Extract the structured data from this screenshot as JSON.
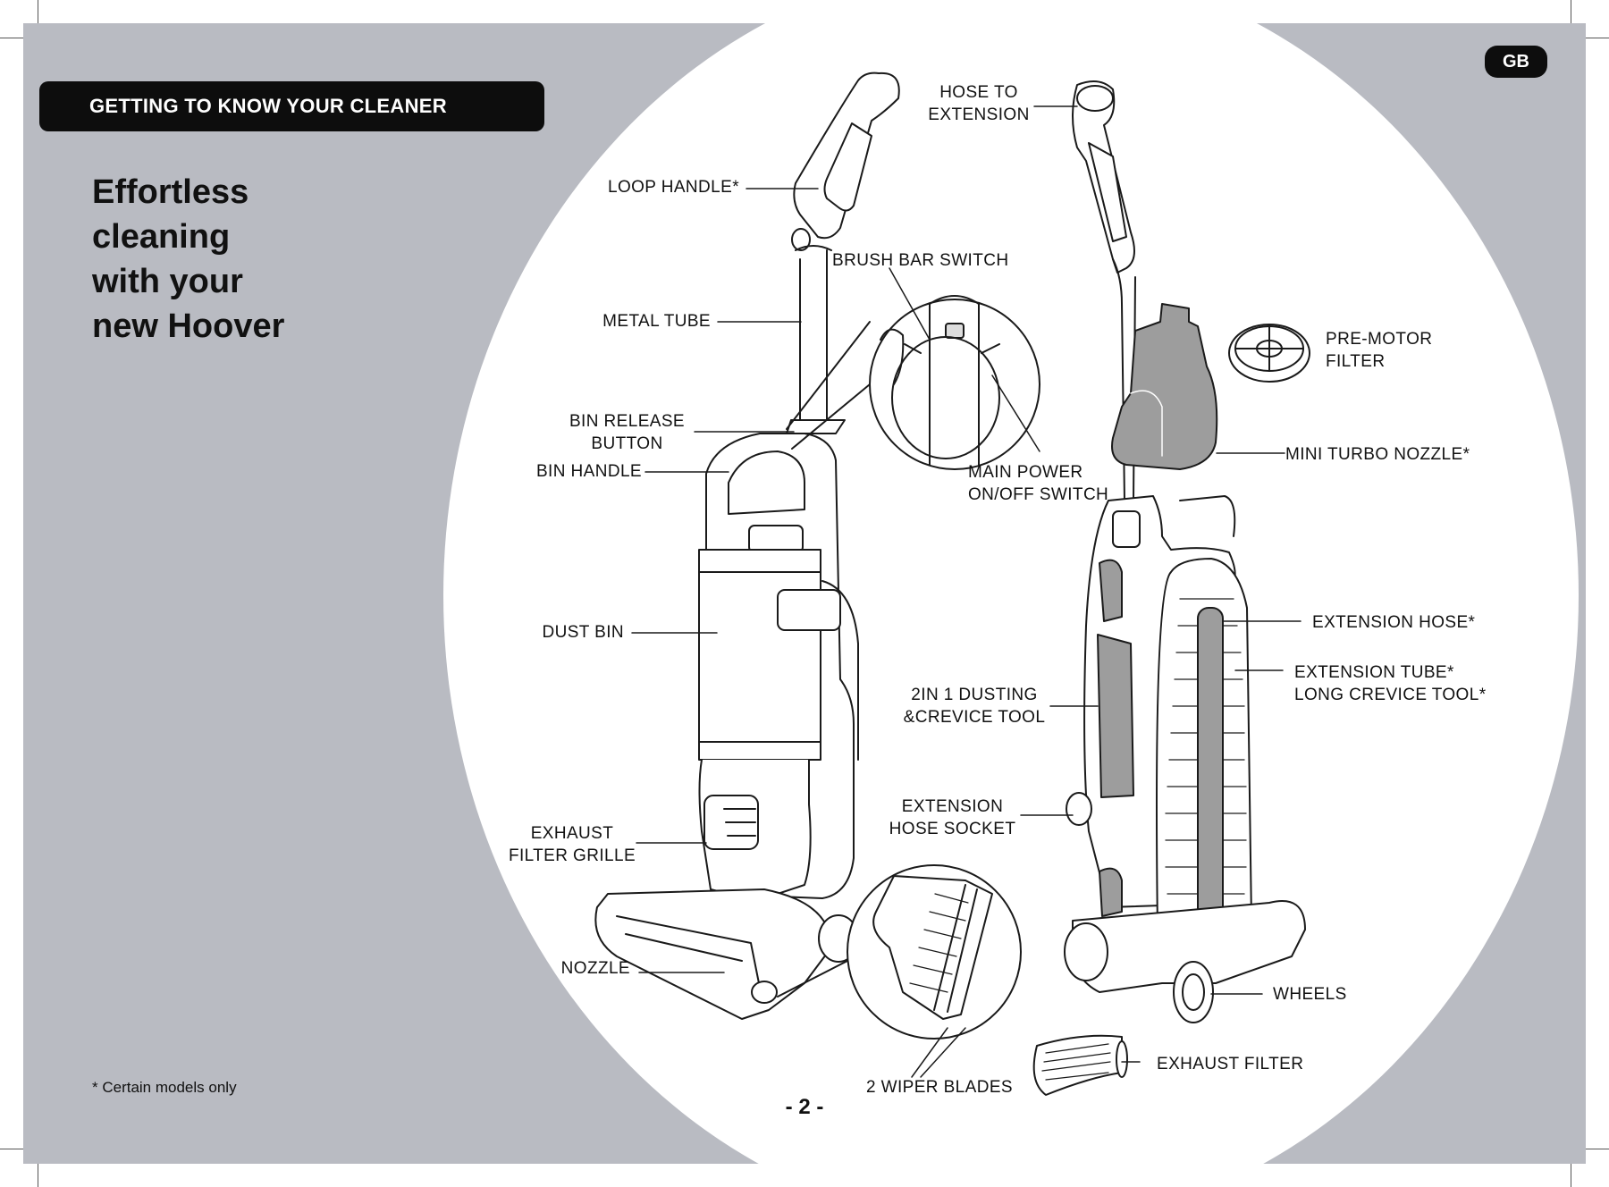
{
  "page": {
    "section_title": "GETTING TO KNOW YOUR CLEANER",
    "language_badge": "GB",
    "headline_lines": [
      "Effortless",
      "cleaning",
      "with your",
      "new Hoover"
    ],
    "footnote": "* Certain models only",
    "page_number": "- 2 -"
  },
  "labels": {
    "loop_handle": "LOOP HANDLE*",
    "hose_to_extension": [
      "HOSE TO",
      "EXTENSION"
    ],
    "brush_bar_switch": "BRUSH BAR SWITCH",
    "metal_tube": "METAL TUBE",
    "pre_motor_filter": [
      "PRE-MOTOR",
      "FILTER"
    ],
    "bin_release_button": [
      "BIN RELEASE",
      "BUTTON"
    ],
    "bin_handle": "BIN HANDLE",
    "mini_turbo_nozzle": "MINI TURBO NOZZLE*",
    "main_power_switch": [
      "MAIN POWER",
      "ON/OFF SWITCH"
    ],
    "dust_bin": "DUST BIN",
    "extension_hose": "EXTENSION HOSE*",
    "extension_tube": [
      "EXTENSION TUBE*",
      "LONG CREVICE TOOL*"
    ],
    "dusting_tool": [
      "2IN 1 DUSTING",
      "&CREVICE TOOL"
    ],
    "extension_hose_socket": [
      "EXTENSION",
      "HOSE SOCKET"
    ],
    "exhaust_filter_grille": [
      "EXHAUST",
      "FILTER GRILLE"
    ],
    "nozzle": "NOZZLE",
    "wheels": "WHEELS",
    "exhaust_filter": "EXHAUST FILTER",
    "wiper_blades": "2 WIPER BLADES"
  }
}
